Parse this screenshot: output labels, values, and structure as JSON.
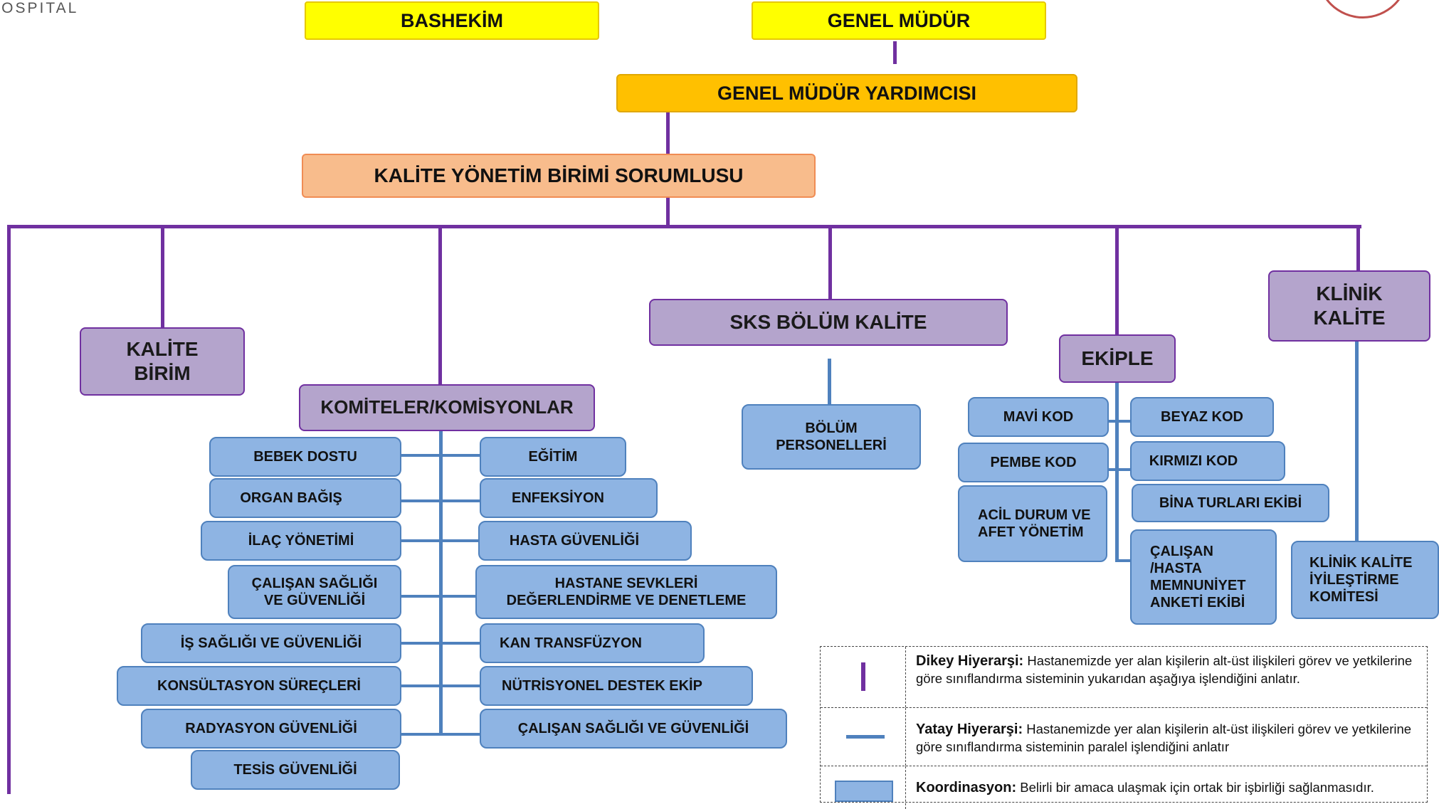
{
  "logo": {
    "text": "HOSPITAL"
  },
  "top": {
    "bashekim": "BASHEKİM",
    "genel_mudur": "GENEL MÜDÜR",
    "genel_mudur_yardimcisi": "GENEL MÜDÜR YARDIMCISI",
    "kalite_yonetim": "KALİTE YÖNETİM  BİRİMİ SORUMLUSU"
  },
  "branches": {
    "kalite_birim": "KALİTE BİRİM",
    "komiteler": "KOMİTELER/KOMİSYONLAR",
    "sks": "SKS BÖLÜM KALİTE",
    "ekiple": "EKİPLE",
    "klinik_kalite": "KLİNİK KALİTE"
  },
  "komiteler_left": [
    "BEBEK DOSTU",
    "ORGAN BAĞIŞ",
    "İLAÇ YÖNETİMİ",
    "ÇALIŞAN SAĞLIĞI VE GÜVENLİĞİ",
    "İŞ SAĞLIĞI VE GÜVENLİĞİ",
    "KONSÜLTASYON SÜREÇLERİ",
    "RADYASYON GÜVENLİĞİ",
    "TESİS GÜVENLİĞİ"
  ],
  "komiteler_right": [
    "EĞİTİM",
    "ENFEKSİYON",
    "HASTA GÜVENLİĞİ",
    "HASTANE SEVKLERİ DEĞERLENDİRME VE DENETLEME",
    "KAN TRANSFÜZYON",
    "NÜTRİSYONEL DESTEK EKİP",
    "ÇALIŞAN SAĞLIĞI VE GÜVENLİĞİ"
  ],
  "sks_child": "BÖLÜM PERSONELLERİ",
  "ekiple_left": [
    "MAVİ KOD",
    "PEMBE KOD",
    "ACİL DURUM VE AFET YÖNETİM"
  ],
  "ekiple_right": [
    "BEYAZ KOD",
    "KIRMIZI KOD",
    "BİNA TURLARI EKİBİ",
    "ÇALIŞAN /HASTA MEMNUNİYET ANKETİ EKİBİ"
  ],
  "klinik_child": "KLİNİK KALİTE İYİLEŞTİRME KOMİTESİ",
  "legend": [
    {
      "title": "Dikey Hiyerarşi:",
      "text": "Hastanemizde yer alan kişilerin alt-üst ilişkileri görev ve yetkilerine göre sınıflandırma sisteminin yukarıdan aşağıya işlendiğini anlatır."
    },
    {
      "title": "Yatay Hiyerarşi:",
      "text": "Hastanemizde yer alan kişilerin alt-üst ilişkileri görev ve yetkilerine göre sınıflandırma sisteminin paralel işlendiğini anlatır"
    },
    {
      "title": "Koordinasyon:",
      "text": "Belirli bir amaca ulaşmak için ortak bir işbirliği sağlanmasıdır."
    }
  ],
  "colors": {
    "hierarchy_line": "#7030a0",
    "horizontal_line": "#4f81bd",
    "box_blue": "#8eb4e3",
    "box_purple": "#b4a4cc",
    "box_yellow": "#ffff00",
    "box_orange": "#ffc000",
    "box_peach": "#f8bc8c"
  }
}
